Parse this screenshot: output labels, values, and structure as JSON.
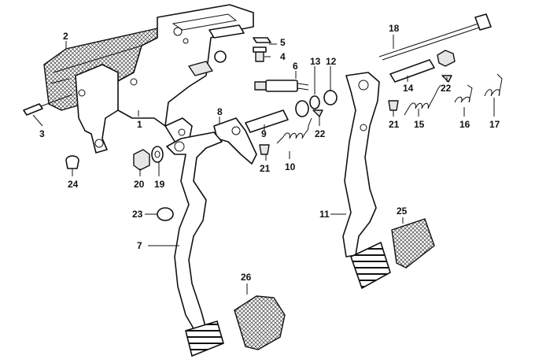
{
  "diagram": {
    "callouts": [
      {
        "id": "c1",
        "text": "1"
      },
      {
        "id": "c2",
        "text": "2"
      },
      {
        "id": "c3",
        "text": "3"
      },
      {
        "id": "c4",
        "text": "4"
      },
      {
        "id": "c5",
        "text": "5"
      },
      {
        "id": "c6",
        "text": "6"
      },
      {
        "id": "c7",
        "text": "7"
      },
      {
        "id": "c8",
        "text": "8"
      },
      {
        "id": "c9",
        "text": "9"
      },
      {
        "id": "c10",
        "text": "10"
      },
      {
        "id": "c11",
        "text": "11"
      },
      {
        "id": "c12",
        "text": "12"
      },
      {
        "id": "c13",
        "text": "13"
      },
      {
        "id": "c14",
        "text": "14"
      },
      {
        "id": "c15",
        "text": "15"
      },
      {
        "id": "c16",
        "text": "16"
      },
      {
        "id": "c17",
        "text": "17"
      },
      {
        "id": "c18",
        "text": "18"
      },
      {
        "id": "c19",
        "text": "19"
      },
      {
        "id": "c20",
        "text": "20"
      },
      {
        "id": "c21a",
        "text": "21"
      },
      {
        "id": "c21b",
        "text": "21"
      },
      {
        "id": "c22a",
        "text": "22"
      },
      {
        "id": "c22b",
        "text": "22"
      },
      {
        "id": "c23",
        "text": "23"
      },
      {
        "id": "c24",
        "text": "24"
      },
      {
        "id": "c25",
        "text": "25"
      },
      {
        "id": "c26",
        "text": "26"
      }
    ]
  }
}
